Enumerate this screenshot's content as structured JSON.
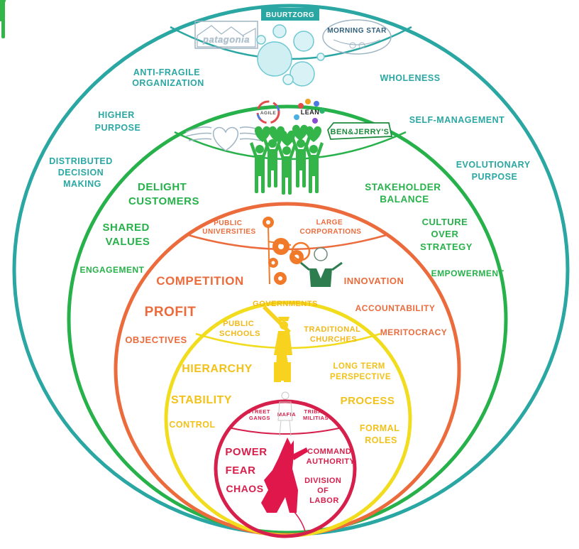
{
  "colors": {
    "teal": "#2aa7a3",
    "green": "#27b14a",
    "orange": "#ec6b3c",
    "amber": "#f5c518",
    "yellow": "#f2dc1e",
    "crimson": "#d61f4b"
  },
  "teal_layer": {
    "logos": {
      "buurtzorg": "BUURTZORG",
      "patagonia": "patagonia",
      "morning_star": "MORNING STAR"
    },
    "terms": {
      "anti_fragile": [
        "ANTI-FRAGILE",
        "ORGANIZATION"
      ],
      "wholeness": "WHOLENESS",
      "higher_purpose": [
        "HIGHER",
        "PURPOSE"
      ],
      "self_management": "SELF-MANAGEMENT",
      "distributed": [
        "DISTRIBUTED",
        "DECISION",
        "MAKING"
      ],
      "evolutionary": [
        "EVOLUTIONARY",
        "PURPOSE"
      ]
    }
  },
  "green_layer": {
    "logos": {
      "agile": "AGILE",
      "lean": "LEAN",
      "ben_jerrys": "BEN&JERRY'S"
    },
    "terms": {
      "delight": [
        "DELIGHT",
        "CUSTOMERS"
      ],
      "stakeholder": [
        "STAKEHOLDER",
        "BALANCE"
      ],
      "shared_values": [
        "SHARED",
        "VALUES"
      ],
      "culture": [
        "CULTURE",
        "OVER",
        "STRATEGY"
      ],
      "engagement": "ENGAGEMENT",
      "empowerment": "EMPOWERMENT"
    }
  },
  "orange_layer": {
    "examples": {
      "public_universities": [
        "PUBLIC",
        "UNIVERSITIES"
      ],
      "large_corporations": [
        "LARGE",
        "CORPORATIONS"
      ]
    },
    "terms": {
      "competition": "COMPETITION",
      "innovation": "INNOVATION",
      "profit": "PROFIT",
      "accountability": "ACCOUNTABILITY",
      "objectives": "OBJECTIVES",
      "meritocracy": "MERITOCRACY"
    }
  },
  "amber_layer": {
    "examples": {
      "governments": "GOVERNMENTS",
      "public_schools": [
        "PUBLIC",
        "SCHOOLS"
      ],
      "traditional_churches": [
        "TRADITIONAL",
        "CHURCHES"
      ]
    },
    "terms": {
      "hierarchy": "HIERARCHY",
      "long_term": [
        "LONG TERM",
        "PERSPECTIVE"
      ],
      "stability": "STABILITY",
      "process": "PROCESS",
      "control": "CONTROL",
      "formal_roles": [
        "FORMAL",
        "ROLES"
      ]
    }
  },
  "red_layer": {
    "examples": {
      "street_gangs": [
        "STREET",
        "GANGS"
      ],
      "mafia": "MAFIA",
      "tribal_militias": [
        "TRIBAL",
        "MILITIAS"
      ]
    },
    "terms": {
      "power": "POWER",
      "fear": "FEAR",
      "chaos": "CHAOS",
      "command": [
        "COMMAND",
        "AUTHORITY"
      ],
      "division": [
        "DIVISION",
        "OF",
        "LABOR"
      ]
    }
  }
}
